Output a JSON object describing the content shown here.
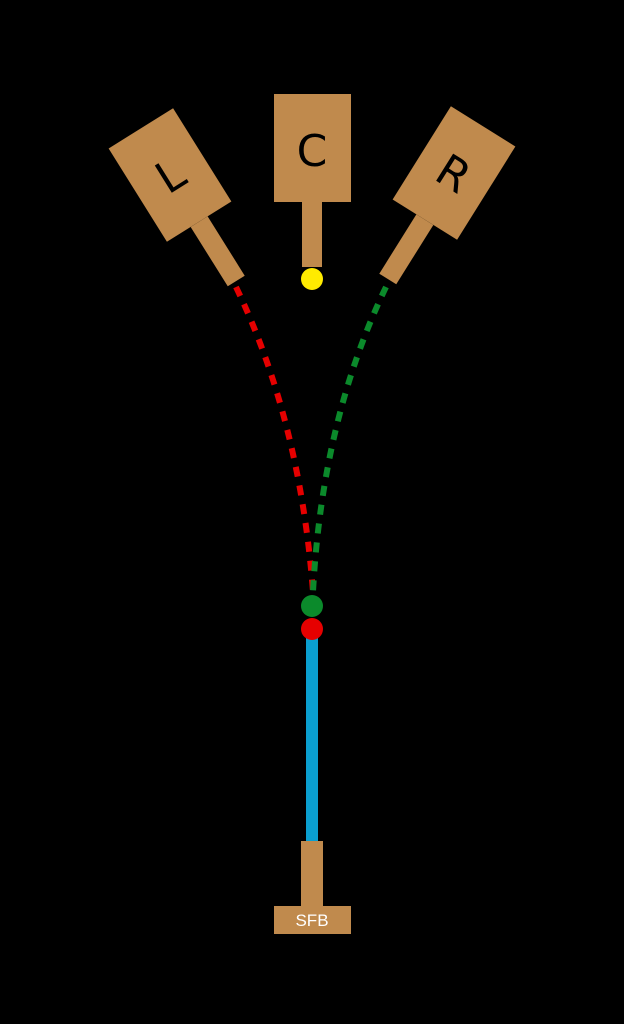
{
  "signs": {
    "left": {
      "letter": "L"
    },
    "center": {
      "letter": "C"
    },
    "right": {
      "letter": "R"
    }
  },
  "base": {
    "label": "SFB"
  },
  "colors": {
    "background": "#000000",
    "sign_fill": "#c08a4d",
    "left_path": "#e60000",
    "right_path": "#0b8a2b",
    "stem": "#0a9fd0",
    "center_dot": "#ffeb00",
    "junction_green": "#0b8a2b",
    "junction_red": "#e60000",
    "label_text": "#ffffff"
  }
}
